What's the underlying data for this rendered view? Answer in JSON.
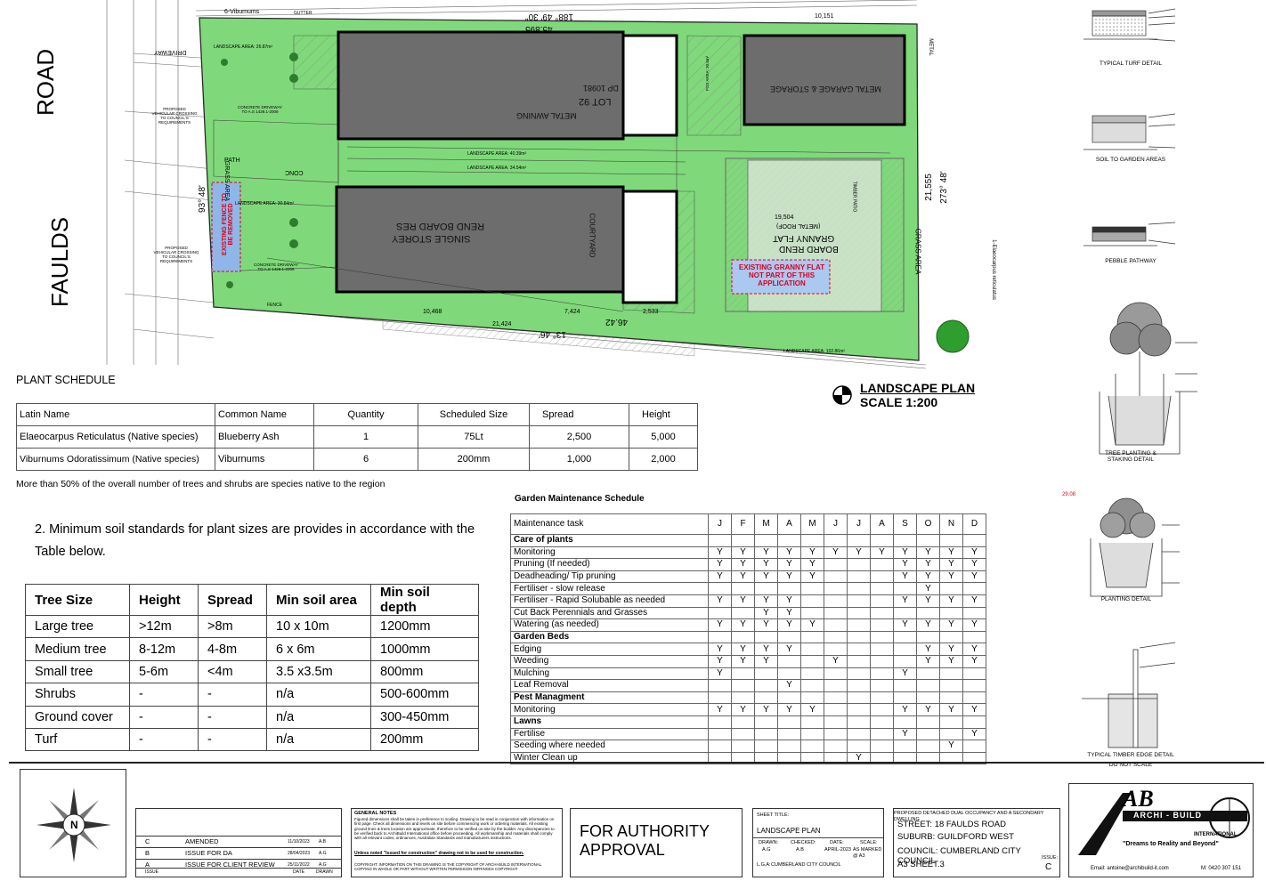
{
  "site_plan": {
    "road_word_1": "ROAD",
    "road_word_2": "FAULDS",
    "north_vibs": "6-Vibumums",
    "dim_top": "188° 49' 30\"",
    "dim_right": "21,555",
    "dim_right_angle": "273° 48'",
    "dim_left_angle": "93° 48'",
    "dim_bottom": "13° 46'",
    "dim_10151": "10,151",
    "dim_45895": "45.895",
    "dim_46_42": "46.42",
    "dim_21424": "21,424",
    "dim_10468": "10,468",
    "dim_7424": "7,424",
    "dim_2533": "2,533",
    "dim_19504": "19,504",
    "lot": "LOT 92",
    "dp": "DP 10981",
    "house_top": "METAL AWNING",
    "garage": "METAL GARAGE & STORAGE",
    "house_bottom_1": "SINGLE STOREY",
    "house_bottom_2": "REND BOARD RES",
    "courtyard": "COURTYARD",
    "granny_1": "GRANNY FLAT",
    "granny_2": "BOARD REND",
    "granny_3": "(METAL ROOF)",
    "granny_note": "EXISTING GRANNY FLAT NOT PART OF THIS APPLICATION",
    "fence_note": "EXISTING FENCE TO BE REMOVED",
    "grass_area": "GRASS AREA",
    "landscape_area_1": "LANDSCAPE AREA: 26.87m²",
    "landscape_area_2": "LANDSCAPE AREA: 30.84m²",
    "landscape_area_3": "LANDSCAPE AREA: 40.39m²",
    "landscape_area_4": "LANDSCAPE AREA: 34.54m²",
    "landscape_area_5": "LANDSCAPE AREA: 102.86m²",
    "proposed_crossing_1": "PROPOSED VEHICULAR CROSSING TO COUNCIL'S REQUIREMENTS",
    "proposed_crossing_2": "PROPOSED VEHICULAR CROSSING TO COUNCIL'S REQUIREMENTS",
    "driveway_1": "CONCRETE DRIVEWAY TO A.S 1428.1-2009",
    "driveway_2": "CONCRETE DRIVEWAY TO A.S 1428.1-2009",
    "driveway_label": "DRIVEWAY",
    "conc": "CONC",
    "path": "PATH",
    "tree_label": "1-Elaeocarpus reticulatus",
    "pos_area": "POS AREA: 30.6m²",
    "metal": "METAL",
    "timber_patio": "TIMBER PATIO",
    "gutter": "GUTTER",
    "fence": "FENCE",
    "grass_area_left": "GRASS AREA"
  },
  "plan_title": {
    "title": "LANDSCAPE PLAN",
    "scale": "SCALE 1:200"
  },
  "plant_schedule": {
    "heading": "PLANT SCHEDULE",
    "headers": [
      "Latin Name",
      "Common   Name",
      "Quantity",
      "Scheduled Size",
      "Spread",
      "Height"
    ],
    "rows": [
      [
        "Elaeocarpus Reticulatus   (Native species)",
        "Blueberry Ash",
        "1",
        "75Lt",
        "2,500",
        "5,000"
      ],
      [
        "Viburnums Odoratissimum (Native species)",
        "Viburnums",
        "6",
        "200mm",
        "1,000",
        "2,000"
      ]
    ],
    "note": "More than 50% of the overall number of trees and shrubs are species native to the region"
  },
  "soil_note": {
    "line1": "2. Minimum soil standards for plant sizes are provides in accordance with the",
    "line2": "Table below."
  },
  "soil_table": {
    "headers": [
      "Tree Size",
      "Height",
      "Spread",
      "Min soil area",
      "Min soil depth"
    ],
    "rows": [
      [
        "Large tree",
        ">12m",
        ">8m",
        "10 x 10m",
        "1200mm"
      ],
      [
        "Medium tree",
        "8-12m",
        "4-8m",
        "6 x 6m",
        "1000mm"
      ],
      [
        "Small tree",
        "5-6m",
        "<4m",
        "3.5 x3.5m",
        "800mm"
      ],
      [
        "Shrubs",
        "-",
        "-",
        "n/a",
        "500-600mm"
      ],
      [
        "Ground cover",
        "-",
        "-",
        "n/a",
        "300-450mm"
      ],
      [
        "Turf",
        "-",
        "-",
        "n/a",
        "200mm"
      ]
    ]
  },
  "garden_schedule": {
    "heading": "Garden Maintenance Schedule",
    "task_header": "Maintenance task",
    "months": [
      "J",
      "F",
      "M",
      "A",
      "M",
      "J",
      "J",
      "A",
      "S",
      "O",
      "N",
      "D"
    ],
    "rows": [
      {
        "task": "Care of plants",
        "section": true,
        "marks": [
          "",
          "",
          "",
          "",
          "",
          "",
          "",
          "",
          "",
          "",
          "",
          ""
        ]
      },
      {
        "task": "Monitoring",
        "section": false,
        "marks": [
          "Y",
          "Y",
          "Y",
          "Y",
          "Y",
          "Y",
          "Y",
          "Y",
          "Y",
          "Y",
          "Y",
          "Y"
        ]
      },
      {
        "task": "Pruning (If needed)",
        "section": false,
        "marks": [
          "Y",
          "Y",
          "Y",
          "Y",
          "Y",
          "",
          "",
          "",
          "Y",
          "Y",
          "Y",
          "Y"
        ]
      },
      {
        "task": "Deadheading/ Tip pruning",
        "section": false,
        "marks": [
          "Y",
          "Y",
          "Y",
          "Y",
          "Y",
          "",
          "",
          "",
          "Y",
          "Y",
          "Y",
          "Y"
        ]
      },
      {
        "task": "Fertiliser - slow release",
        "section": false,
        "marks": [
          "",
          "",
          "",
          "",
          "",
          "",
          "",
          "",
          "",
          "Y",
          "",
          ""
        ]
      },
      {
        "task": "Fertiliser - Rapid Solubable as needed",
        "section": false,
        "marks": [
          "Y",
          "Y",
          "Y",
          "Y",
          "",
          "",
          "",
          "",
          "Y",
          "Y",
          "Y",
          "Y"
        ]
      },
      {
        "task": "Cut Back Perennials and Grasses",
        "section": false,
        "marks": [
          "",
          "",
          "Y",
          "Y",
          "",
          "",
          "",
          "",
          "",
          "",
          "",
          ""
        ]
      },
      {
        "task": "Watering (as needed)",
        "section": false,
        "marks": [
          "Y",
          "Y",
          "Y",
          "Y",
          "Y",
          "",
          "",
          "",
          "Y",
          "Y",
          "Y",
          "Y"
        ]
      },
      {
        "task": "Garden Beds",
        "section": true,
        "marks": [
          "",
          "",
          "",
          "",
          "",
          "",
          "",
          "",
          "",
          "",
          "",
          ""
        ]
      },
      {
        "task": "Edging",
        "section": false,
        "marks": [
          "Y",
          "Y",
          "Y",
          "Y",
          "",
          "",
          "",
          "",
          "",
          "Y",
          "Y",
          "Y"
        ]
      },
      {
        "task": "Weeding",
        "section": false,
        "marks": [
          "Y",
          "Y",
          "Y",
          "",
          "",
          "Y",
          "",
          "",
          "",
          "Y",
          "Y",
          "Y"
        ]
      },
      {
        "task": "Mulching",
        "section": false,
        "marks": [
          "Y",
          "",
          "",
          "",
          "",
          "",
          "",
          "",
          "Y",
          "",
          "",
          ""
        ]
      },
      {
        "task": "Leaf Removal",
        "section": false,
        "marks": [
          "",
          "",
          "",
          "Y",
          "",
          "",
          "",
          "",
          "",
          "",
          "",
          ""
        ]
      },
      {
        "task": "Pest Managment",
        "section": true,
        "marks": [
          "",
          "",
          "",
          "",
          "",
          "",
          "",
          "",
          "",
          "",
          "",
          ""
        ]
      },
      {
        "task": "Monitoring",
        "section": false,
        "marks": [
          "Y",
          "Y",
          "Y",
          "Y",
          "Y",
          "",
          "",
          "",
          "Y",
          "Y",
          "Y",
          "Y"
        ]
      },
      {
        "task": "Lawns",
        "section": true,
        "marks": [
          "",
          "",
          "",
          "",
          "",
          "",
          "",
          "",
          "",
          "",
          "",
          ""
        ]
      },
      {
        "task": "Fertilise",
        "section": false,
        "marks": [
          "",
          "",
          "",
          "",
          "",
          "",
          "",
          "",
          "Y",
          "",
          "",
          "Y"
        ]
      },
      {
        "task": "Seeding where needed",
        "section": false,
        "marks": [
          "",
          "",
          "",
          "",
          "",
          "",
          "",
          "",
          "",
          "",
          "Y",
          ""
        ]
      },
      {
        "task": "Winter Clean up",
        "section": false,
        "marks": [
          "",
          "",
          "",
          "",
          "",
          "",
          "Y",
          "",
          "",
          "",
          "",
          ""
        ]
      }
    ]
  },
  "details": {
    "turf": "TYPICAL TURF DETAIL",
    "soil_to_garden": "SOIL TO GARDEN AREAS",
    "pebble": "PEBBLE PATHWAY",
    "tree_planting": "TREE PLANTING & STAKING DETAIL",
    "planting": "PLANTING DETAIL",
    "timber_edge": "TYPICAL TIMBER EDGE   DETAIL",
    "do_not_scale": "DO NOT SCALE",
    "red_note": "29.08"
  },
  "title_block": {
    "revisions": [
      {
        "rev": "C",
        "desc": "AMENDED",
        "date": "11/10/2023",
        "by": "A.B"
      },
      {
        "rev": "B",
        "desc": "ISSUE FOR DA",
        "date": "28/04/2023",
        "by": "A.G"
      },
      {
        "rev": "A",
        "desc": "ISSUE FOR CLIENT REVIEW",
        "date": "25/11/2022",
        "by": "A.G"
      }
    ],
    "rev_headers": [
      "ISSUE",
      "",
      "DATE",
      "DRAWN"
    ],
    "general_notes_title": "GENERAL NOTES",
    "general_notes": "Figured dimensions shall be taken in preference to scaling. Drawing to be read in conjunction with information on first page. Check all dimensions and levels on site before commencing work or ordering materials. All existing ground lines & trees location are approximate, therefore to be verified on-site by the builder. Any discrepancies to be verified back to ArchiBuild International office before proceeding. All workmanship and materials shall comply with all relevant codes, ordinances, Australian Standards and manufacturers instructions.",
    "notes_warning": "Unless noted \"Issued for construction\" drawing not to be used for construction.",
    "copyright": "COPYRIGHT: INFORMATION ON THIS DRAWING IS THE COPYRIGHT OF ARCHI-BUILD INTERNATIONAL. COPYING IN WHOLE OR PART WITHOUT WRITTEN PERMISSION INFRINGES COPYRIGHT",
    "approval_1": "FOR AUTHORITY",
    "approval_2": "APPROVAL",
    "sheet_title_label": "SHEET TITLE:",
    "sheet_title": "LANDSCAPE PLAN",
    "drawn_label": "DRAWN:",
    "drawn": "A.G",
    "checked_label": "CHECKED:",
    "checked": "A.B",
    "date_label": "DATE:",
    "date": "APRIL-2023",
    "scale_label": "SCALE:",
    "scale": "AS MARKED @ A3",
    "lga_label": "L.G.A:",
    "lga": "CUMBERLAND CITY COUNCIL",
    "project": "PROPOSED DETACHED DUAL OCCUPANCY AND A SECONDARY DWELLING",
    "street": "STREET: 18 FAULDS ROAD",
    "suburb": "SUBURB: GUILDFORD WEST",
    "council": "COUNCIL: CUMBERLAND CITY COUNCIL",
    "sheet": "A3 SHEET.3",
    "issue_label": "ISSUE:",
    "issue": "C",
    "logo_initials": "AB",
    "logo_name": "ARCHI - BUILD",
    "logo_intl": "INTERNATIONAL",
    "tagline": "\"Dreams to Reality and Beyond\"",
    "email": "Email: antoine@archibuild-it.com",
    "mobile": "M: 0420 307 151"
  },
  "colors": {
    "landscape_green": "#7fd97a",
    "building_grey": "#6d6d6d",
    "accent_red": "#e0001a",
    "border": "#222222"
  }
}
